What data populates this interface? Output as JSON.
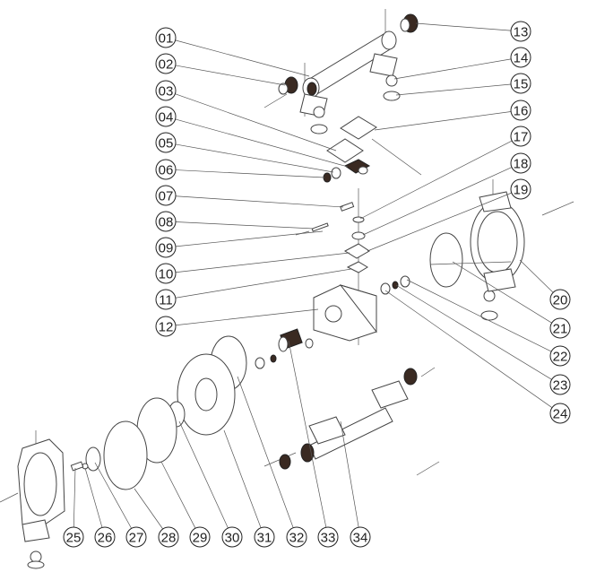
{
  "diagram": {
    "type": "exploded-parts-view",
    "callouts": [
      "01",
      "02",
      "03",
      "04",
      "05",
      "06",
      "07",
      "08",
      "09",
      "10",
      "11",
      "12",
      "13",
      "14",
      "15",
      "16",
      "17",
      "18",
      "19",
      "20",
      "21",
      "22",
      "23",
      "24",
      "25",
      "26",
      "27",
      "28",
      "29",
      "30",
      "31",
      "32",
      "33",
      "34"
    ]
  }
}
